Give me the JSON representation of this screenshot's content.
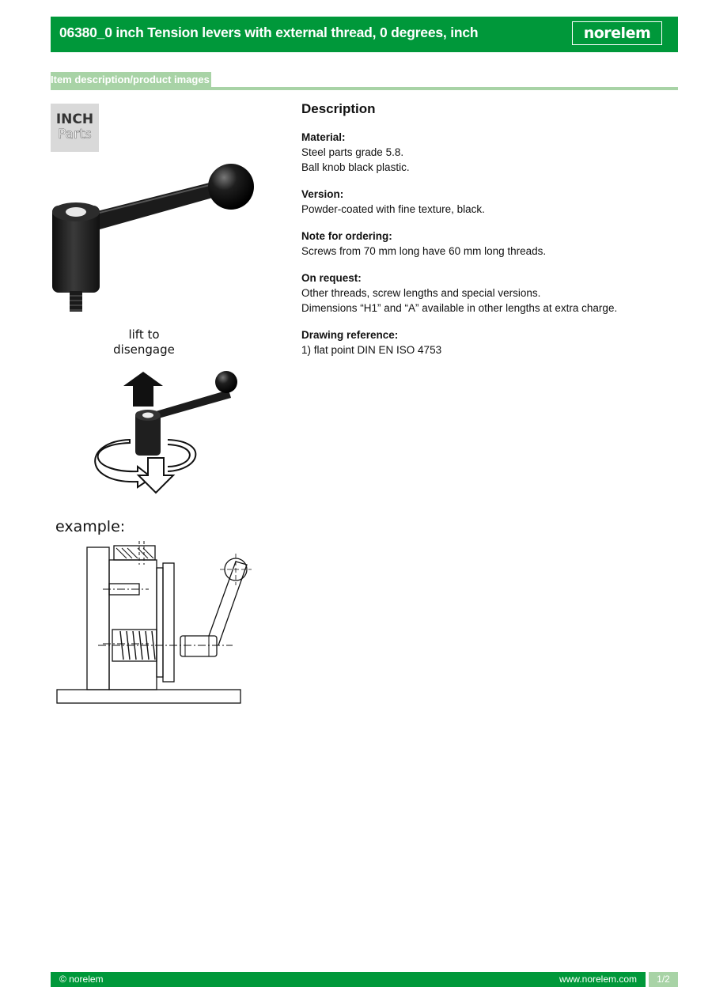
{
  "header": {
    "title": "06380_0 inch Tension levers with external thread, 0 degrees, inch",
    "logo": "norelem"
  },
  "section": {
    "label": "Item description/product images"
  },
  "badge": {
    "line1": "INCH",
    "line2": "Parts"
  },
  "images": {
    "instruction_lift": "lift to",
    "instruction_disengage": "disengage",
    "example_label": "example:"
  },
  "description": {
    "title": "Description",
    "blocks": [
      {
        "heading": "Material:",
        "lines": [
          "Steel parts grade 5.8.",
          "Ball knob black plastic."
        ]
      },
      {
        "heading": "Version:",
        "lines": [
          "Powder-coated with fine texture, black."
        ]
      },
      {
        "heading": "Note for ordering:",
        "lines": [
          "Screws from 70 mm long have 60 mm long threads."
        ]
      },
      {
        "heading": "On request:",
        "lines": [
          "Other threads, screw lengths and special versions.",
          "Dimensions “H1” and “A” available in other lengths at extra charge."
        ]
      },
      {
        "heading": "Drawing reference:",
        "lines": [
          "1) flat point DIN EN ISO 4753"
        ]
      }
    ]
  },
  "footer": {
    "copyright": "© norelem",
    "website": "www.norelem.com",
    "page": "1/2"
  },
  "colors": {
    "brand_green": "#00983a",
    "light_green": "#a8d3a6"
  }
}
